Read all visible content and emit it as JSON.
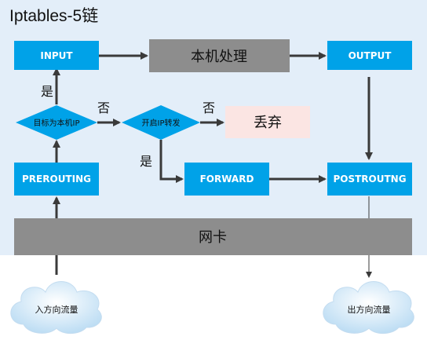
{
  "title": "Iptables-5链",
  "nodes": {
    "input": "INPUT",
    "local_process": "本机处理",
    "output": "OUTPUT",
    "is_local_ip": "目标为本机IP",
    "ip_forward_enabled": "开启IP转发",
    "drop": "丢弃",
    "prerouting": "PREROUTING",
    "forward": "FORWARD",
    "postrouting": "POSTROUTNG",
    "nic": "网卡",
    "inbound_traffic": "入方向流量",
    "outbound_traffic": "出方向流量"
  },
  "edge_labels": {
    "local_yes": "是",
    "local_no": "否",
    "forward_no": "否",
    "forward_yes": "是"
  },
  "colors": {
    "panel": "#e3eef9",
    "chain_box": "#00a2e8",
    "process_box": "#8d8d8d",
    "drop_box": "#fbe5e3",
    "decision": "#00a2e8",
    "arrow": "#3a3a3a",
    "cloud": "#cfe6f7"
  }
}
